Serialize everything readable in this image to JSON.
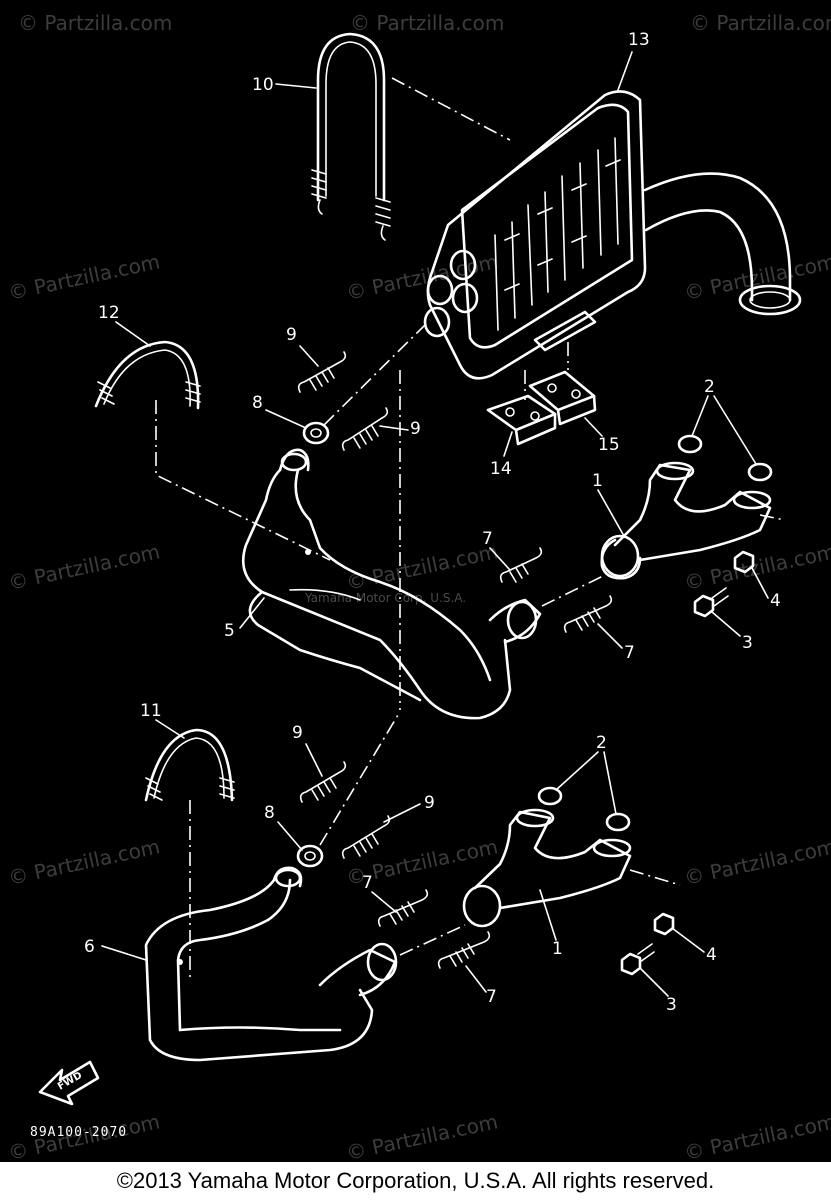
{
  "watermark": "© Partzilla.com",
  "center_watermark": "Yamaha Motor Corp, U.S.A.",
  "diagram_code": "89A100-2070",
  "fwd_label": "FWD",
  "copyright": "©2013  Yamaha Motor Corporation, U.S.A. All rights reserved.",
  "callouts": {
    "c1a": "1",
    "c1b": "1",
    "c2a": "2",
    "c2b": "2",
    "c3a": "3",
    "c3b": "3",
    "c4a": "4",
    "c4b": "4",
    "c5": "5",
    "c6": "6",
    "c7a": "7",
    "c7b": "7",
    "c7c": "7",
    "c7d": "7",
    "c8a": "8",
    "c8b": "8",
    "c9a": "9",
    "c9b": "9",
    "c9c": "9",
    "c9d": "9",
    "c10": "10",
    "c11": "11",
    "c12": "12",
    "c13": "13",
    "c14": "14",
    "c15": "15"
  }
}
